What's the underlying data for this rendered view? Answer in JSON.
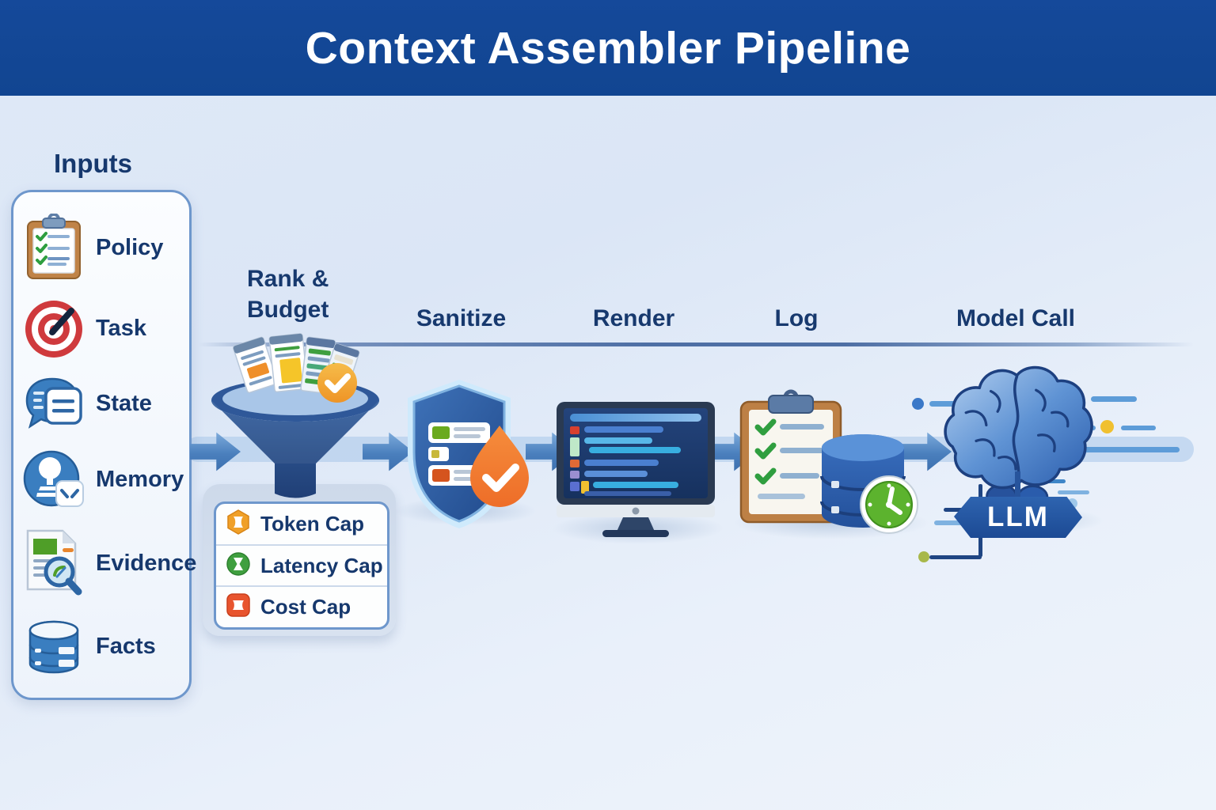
{
  "header": {
    "title": "Context Assembler Pipeline",
    "bg_color": "#15499a",
    "text_color": "#ffffff"
  },
  "inputs": {
    "title": "Inputs",
    "items": [
      {
        "label": "Policy",
        "icon": "clipboard-checklist-icon"
      },
      {
        "label": "Task",
        "icon": "target-icon"
      },
      {
        "label": "State",
        "icon": "chat-document-icon"
      },
      {
        "label": "Memory",
        "icon": "memory-stamp-icon"
      },
      {
        "label": "Evidence",
        "icon": "document-magnifier-icon"
      },
      {
        "label": "Facts",
        "icon": "database-icon"
      }
    ]
  },
  "pipeline": {
    "stages": [
      {
        "label": "Rank & Budget",
        "icon": "funnel-icon"
      },
      {
        "label": "Sanitize",
        "icon": "shield-check-icon"
      },
      {
        "label": "Render",
        "icon": "monitor-code-icon"
      },
      {
        "label": "Log",
        "icon": "clipboard-database-clock-icon"
      },
      {
        "label": "Model Call",
        "icon": "brain-icon"
      }
    ],
    "budget_caps": [
      {
        "label": "Token Cap",
        "icon": "token-coin-icon",
        "color": "#f0a028"
      },
      {
        "label": "Latency Cap",
        "icon": "latency-timer-icon",
        "color": "#3f9f3f"
      },
      {
        "label": "Cost Cap",
        "icon": "cost-tag-icon",
        "color": "#e8542e"
      }
    ],
    "model_badge": "LLM"
  },
  "colors": {
    "label_navy": "#17396e",
    "arrow_blue": "#4a7fbd",
    "background": "#dde8f6"
  }
}
